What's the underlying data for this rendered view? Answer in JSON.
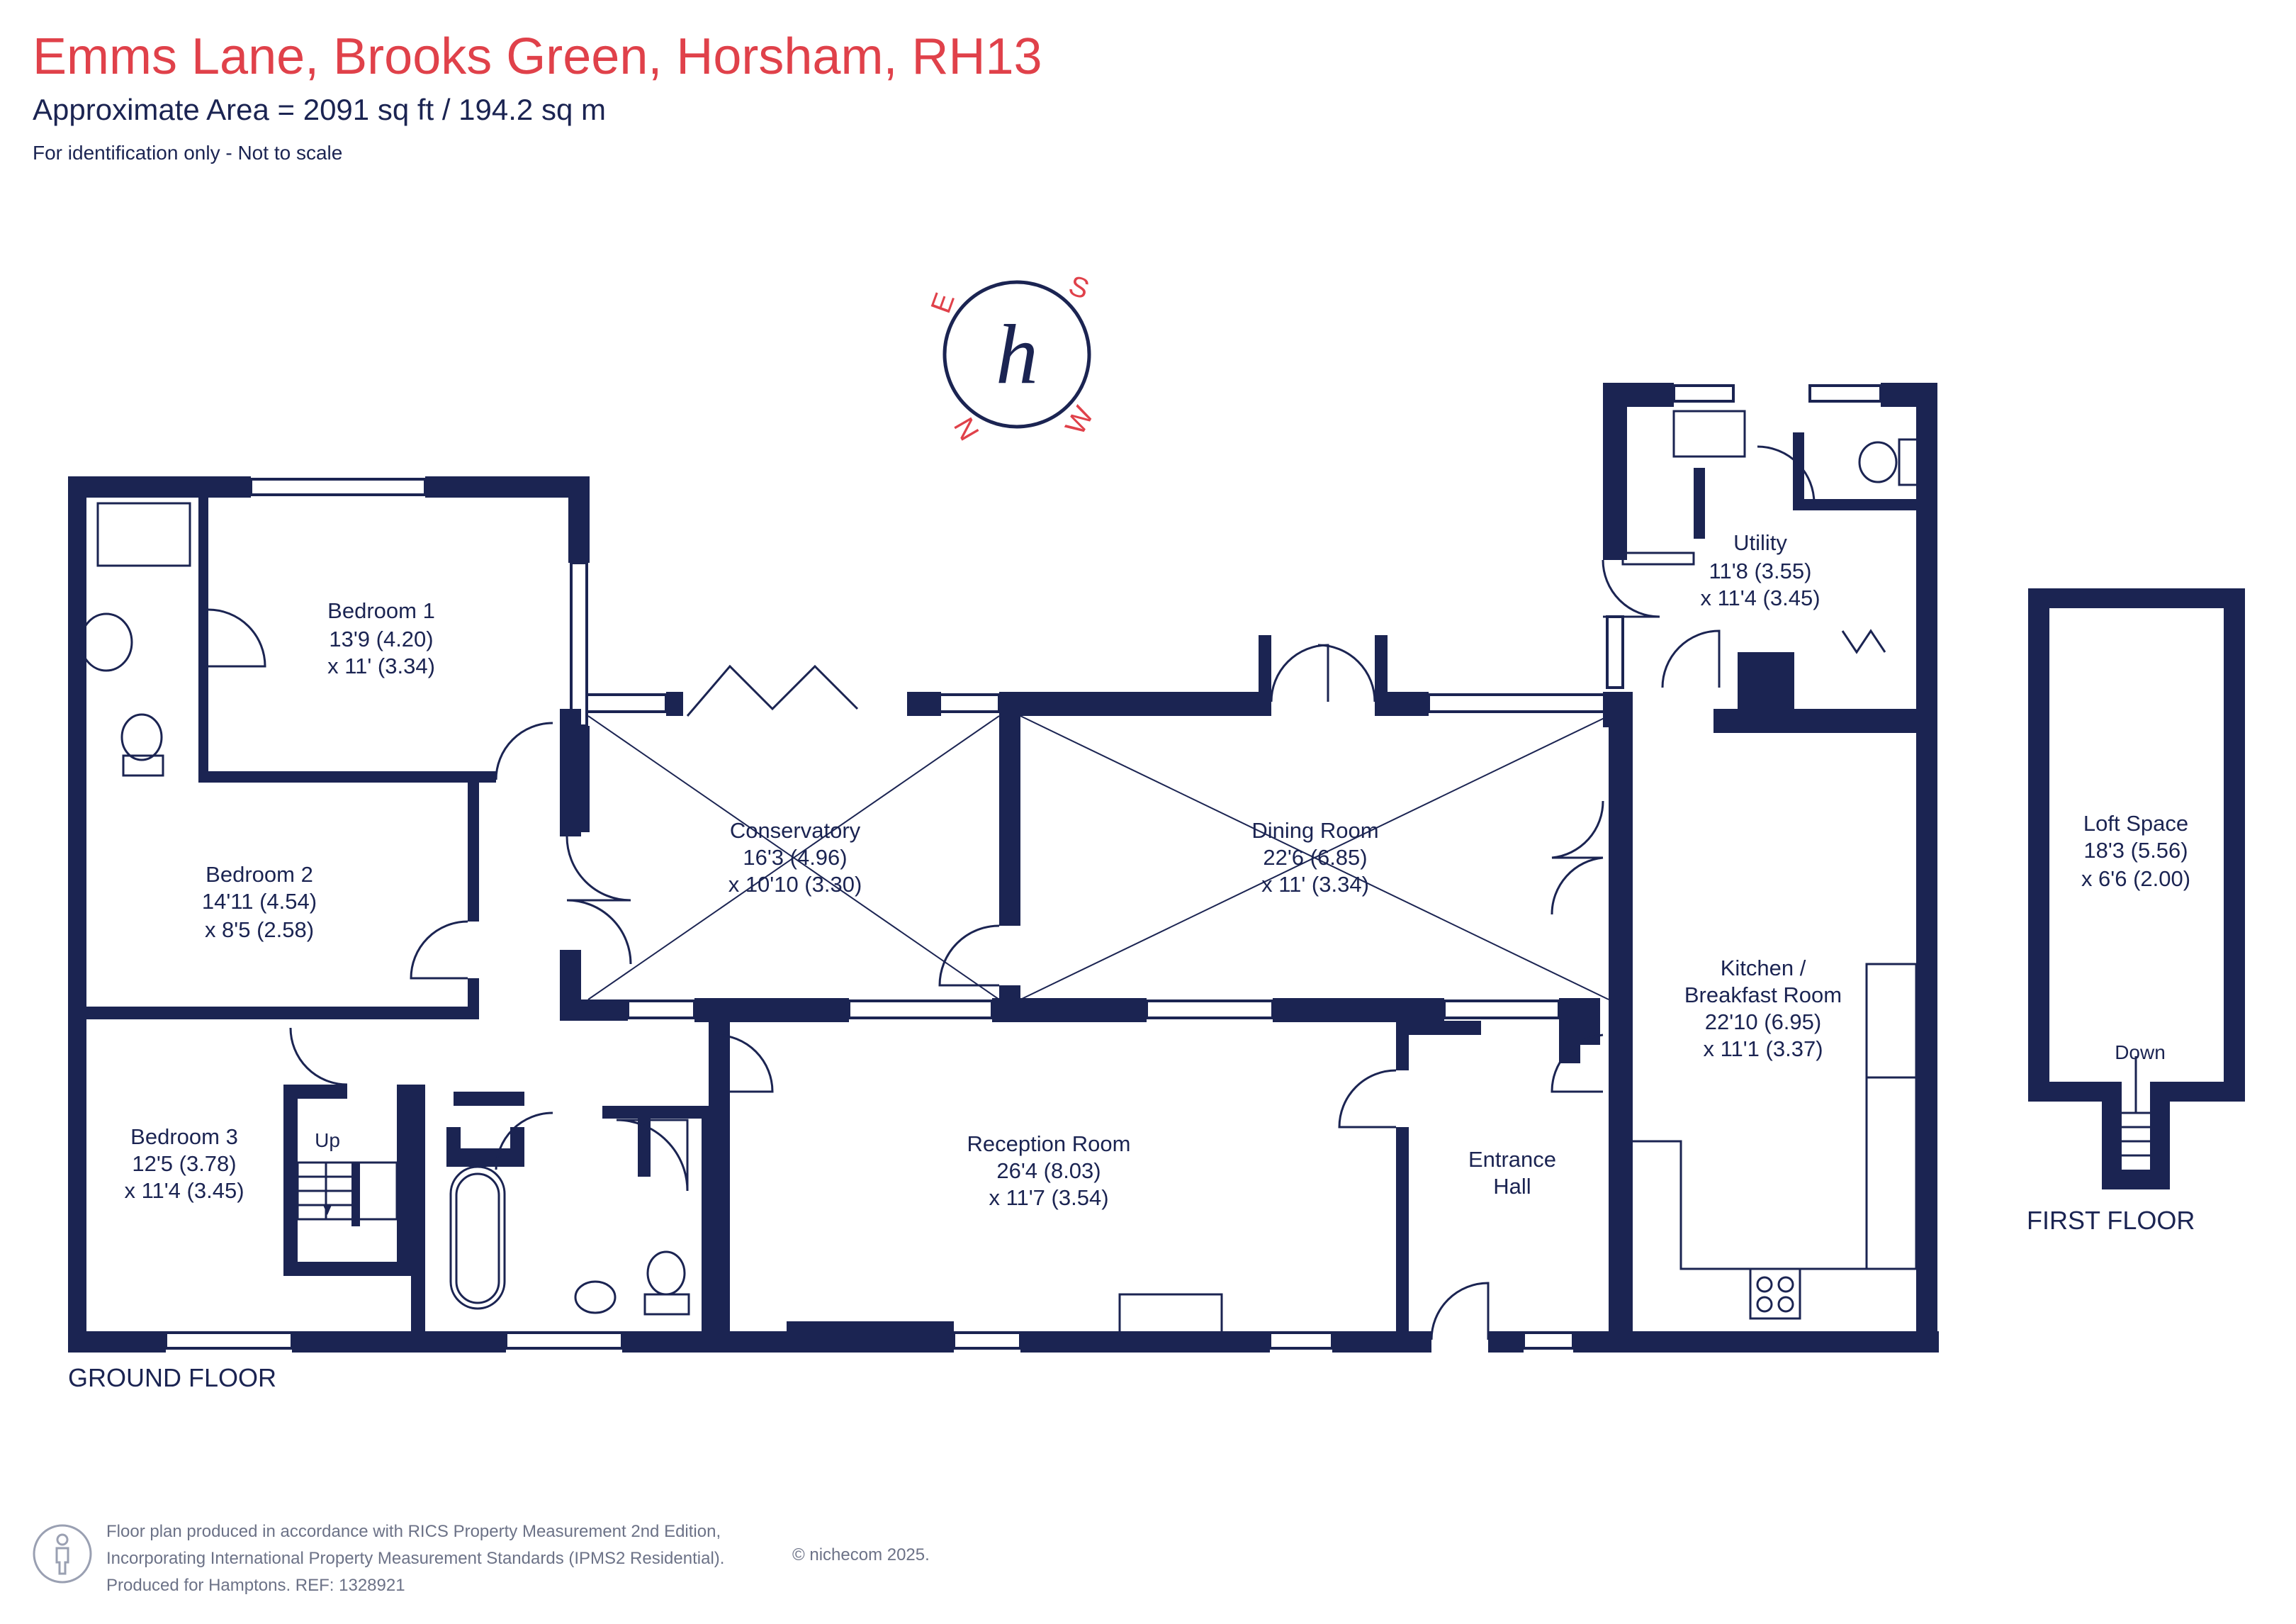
{
  "header": {
    "title": "Emms Lane, Brooks Green, Horsham, RH13",
    "area": "Approximate Area = 2091 sq ft / 194.2 sq m",
    "note": "For identification only - Not to scale"
  },
  "compass": {
    "letters": [
      "S",
      "W",
      "N",
      "E"
    ],
    "logo_letter": "h"
  },
  "floors": {
    "ground": "GROUND FLOOR",
    "first": "FIRST FLOOR"
  },
  "rooms": {
    "bedroom1": {
      "name": "Bedroom 1",
      "dim1": "13'9 (4.20)",
      "dim2": "x 11' (3.34)"
    },
    "bedroom2": {
      "name": "Bedroom 2",
      "dim1": "14'11 (4.54)",
      "dim2": "x 8'5 (2.58)"
    },
    "bedroom3": {
      "name": "Bedroom 3",
      "dim1": "12'5 (3.78)",
      "dim2": "x 11'4 (3.45)"
    },
    "conservatory": {
      "name": "Conservatory",
      "dim1": "16'3 (4.96)",
      "dim2": "x 10'10 (3.30)"
    },
    "dining": {
      "name": "Dining Room",
      "dim1": "22'6 (6.85)",
      "dim2": "x 11' (3.34)"
    },
    "utility": {
      "name": "Utility",
      "dim1": "11'8 (3.55)",
      "dim2": "x 11'4 (3.45)"
    },
    "kitchen": {
      "name1": "Kitchen /",
      "name2": "Breakfast Room",
      "dim1": "22'10 (6.95)",
      "dim2": "x 11'1 (3.37)"
    },
    "reception": {
      "name": "Reception Room",
      "dim1": "26'4 (8.03)",
      "dim2": "x 11'7 (3.54)"
    },
    "entrance": {
      "name1": "Entrance",
      "name2": "Hall"
    },
    "loft": {
      "name": "Loft Space",
      "dim1": "18'3 (5.56)",
      "dim2": "x 6'6 (2.00)"
    }
  },
  "stairs": {
    "up": "Up",
    "down": "Down"
  },
  "footer": {
    "line1": "Floor plan produced in accordance with RICS Property Measurement 2nd Edition,",
    "line2": "Incorporating International Property Measurement Standards (IPMS2 Residential).",
    "line3": "Produced for Hamptons.   REF:  1328921",
    "copyright": "© nichecom 2025."
  },
  "colors": {
    "wall": "#1b2452",
    "title": "#e0414a",
    "footer": "#6c7287"
  }
}
